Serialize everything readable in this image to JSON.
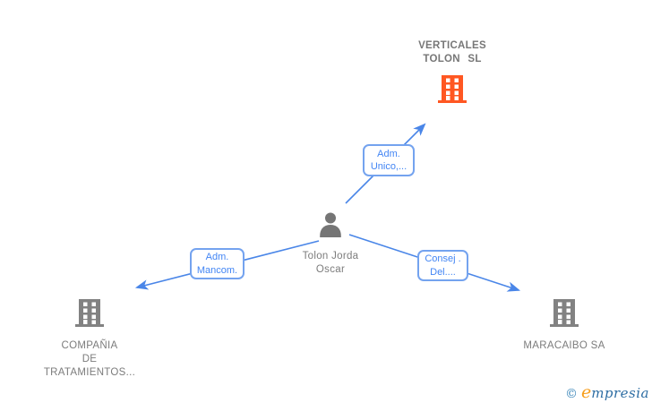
{
  "colors": {
    "edge_blue": "#4a86e8",
    "label_border_blue": "#74a3ef",
    "label_text_blue": "#4285f4",
    "node_text_gray": "#7c7c7c",
    "node_icon_gray": "#828282",
    "highlight_orange": "#ff5722",
    "brand_orange": "#f79d1a",
    "brand_blue": "#2d6da3"
  },
  "nodes": {
    "verticales": {
      "type": "company",
      "label_line1": "VERTICALES",
      "label_line2": "TOLON SL"
    },
    "person": {
      "type": "person",
      "label_line1": "Tolon Jorda",
      "label_line2": "Oscar"
    },
    "compania": {
      "type": "company",
      "label_line1": "COMPAÑIA",
      "label_line2": "DE",
      "label_line3": "TRATAMIENTOS..."
    },
    "maracaibo": {
      "type": "company",
      "label_line1": "MARACAIBO SA"
    }
  },
  "edges": {
    "adm_unico": {
      "from": "Tolon Jorda Oscar",
      "to": "VERTICALES TOLON SL",
      "label_line1": "Adm.",
      "label_line2": "Unico,..."
    },
    "adm_mancom": {
      "from": "Tolon Jorda Oscar",
      "to": "COMPAÑIA DE TRATAMIENTOS...",
      "label_line1": "Adm.",
      "label_line2": "Mancom."
    },
    "consej_del": {
      "from": "Tolon Jorda Oscar",
      "to": "MARACAIBO SA",
      "label_line1": "Consej .",
      "label_line2": "Del...."
    }
  },
  "watermark": {
    "copyright_symbol": "©",
    "brand_initial": "e",
    "brand_rest": "mpresia"
  }
}
